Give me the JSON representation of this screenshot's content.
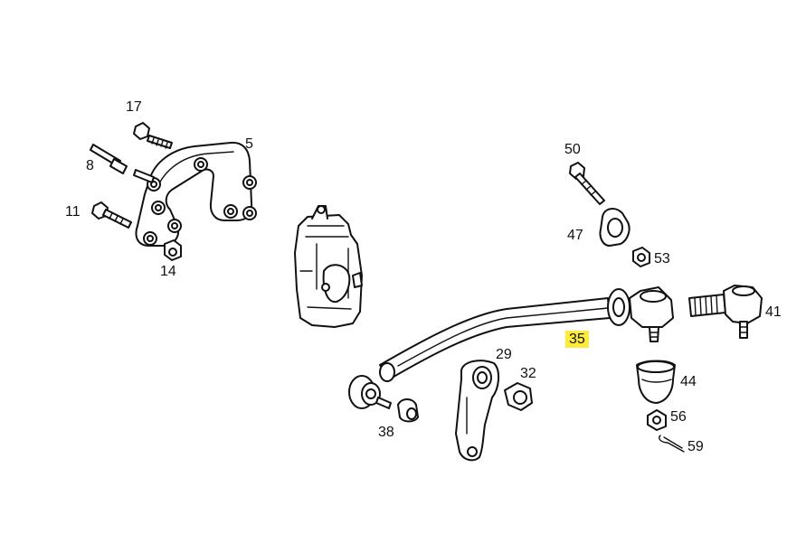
{
  "highlight_color": "#FFEB3B",
  "ink_color": "#111111",
  "callouts": [
    {
      "id": "17",
      "text": "17"
    },
    {
      "id": "5",
      "text": "5"
    },
    {
      "id": "8",
      "text": "8"
    },
    {
      "id": "11",
      "text": "11"
    },
    {
      "id": "14",
      "text": "14"
    },
    {
      "id": "50",
      "text": "50"
    },
    {
      "id": "47",
      "text": "47"
    },
    {
      "id": "53",
      "text": "53"
    },
    {
      "id": "41",
      "text": "41"
    },
    {
      "id": "35",
      "text": "35",
      "highlighted": true
    },
    {
      "id": "29",
      "text": "29"
    },
    {
      "id": "32",
      "text": "32"
    },
    {
      "id": "44",
      "text": "44"
    },
    {
      "id": "38",
      "text": "38"
    },
    {
      "id": "56",
      "text": "56"
    },
    {
      "id": "59",
      "text": "59"
    }
  ]
}
